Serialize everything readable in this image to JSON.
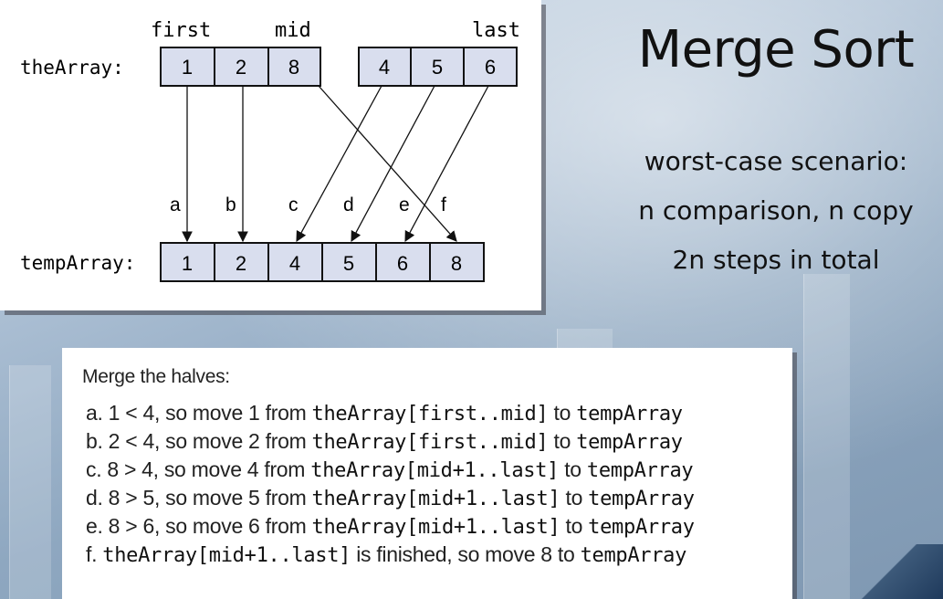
{
  "title": "Merge Sort",
  "notes": [
    "worst-case scenario:",
    "n comparison, n copy",
    "2n steps in total"
  ],
  "diagram": {
    "index_labels": {
      "first": "first",
      "mid": "mid",
      "last": "last"
    },
    "row_labels": {
      "the_array": "theArray:",
      "temp_array": "tempArray:"
    },
    "the_array_left": [
      "1",
      "2",
      "8"
    ],
    "the_array_right": [
      "4",
      "5",
      "6"
    ],
    "temp_array": [
      "1",
      "2",
      "4",
      "5",
      "6",
      "8"
    ],
    "arrow_labels": [
      "a",
      "b",
      "c",
      "d",
      "e",
      "f"
    ]
  },
  "steps": {
    "heading": "Merge the halves:",
    "lines": [
      {
        "prefix": "a. 1 < 4, so move 1 from ",
        "code1": "theArray[first..mid]",
        "mid": " to ",
        "code2": "tempArray"
      },
      {
        "prefix": "b. 2 < 4, so move 2 from ",
        "code1": "theArray[first..mid]",
        "mid": " to ",
        "code2": "tempArray"
      },
      {
        "prefix": "c. 8 > 4, so move 4 from ",
        "code1": "theArray[mid+1..last]",
        "mid": " to ",
        "code2": "tempArray"
      },
      {
        "prefix": "d. 8 > 5, so move 5 from ",
        "code1": "theArray[mid+1..last]",
        "mid": " to ",
        "code2": "tempArray"
      },
      {
        "prefix": "e. 8 > 6, so move 6 from ",
        "code1": "theArray[mid+1..last]",
        "mid": " to ",
        "code2": "tempArray"
      },
      {
        "prefix": "f. ",
        "code1": "theArray[mid+1..last]",
        "mid": " is finished, so move 8 to ",
        "code2": "tempArray"
      }
    ]
  },
  "colors": {
    "cell_fill": "#d9deee",
    "cell_stroke": "#111111",
    "arrow": "#111111"
  }
}
